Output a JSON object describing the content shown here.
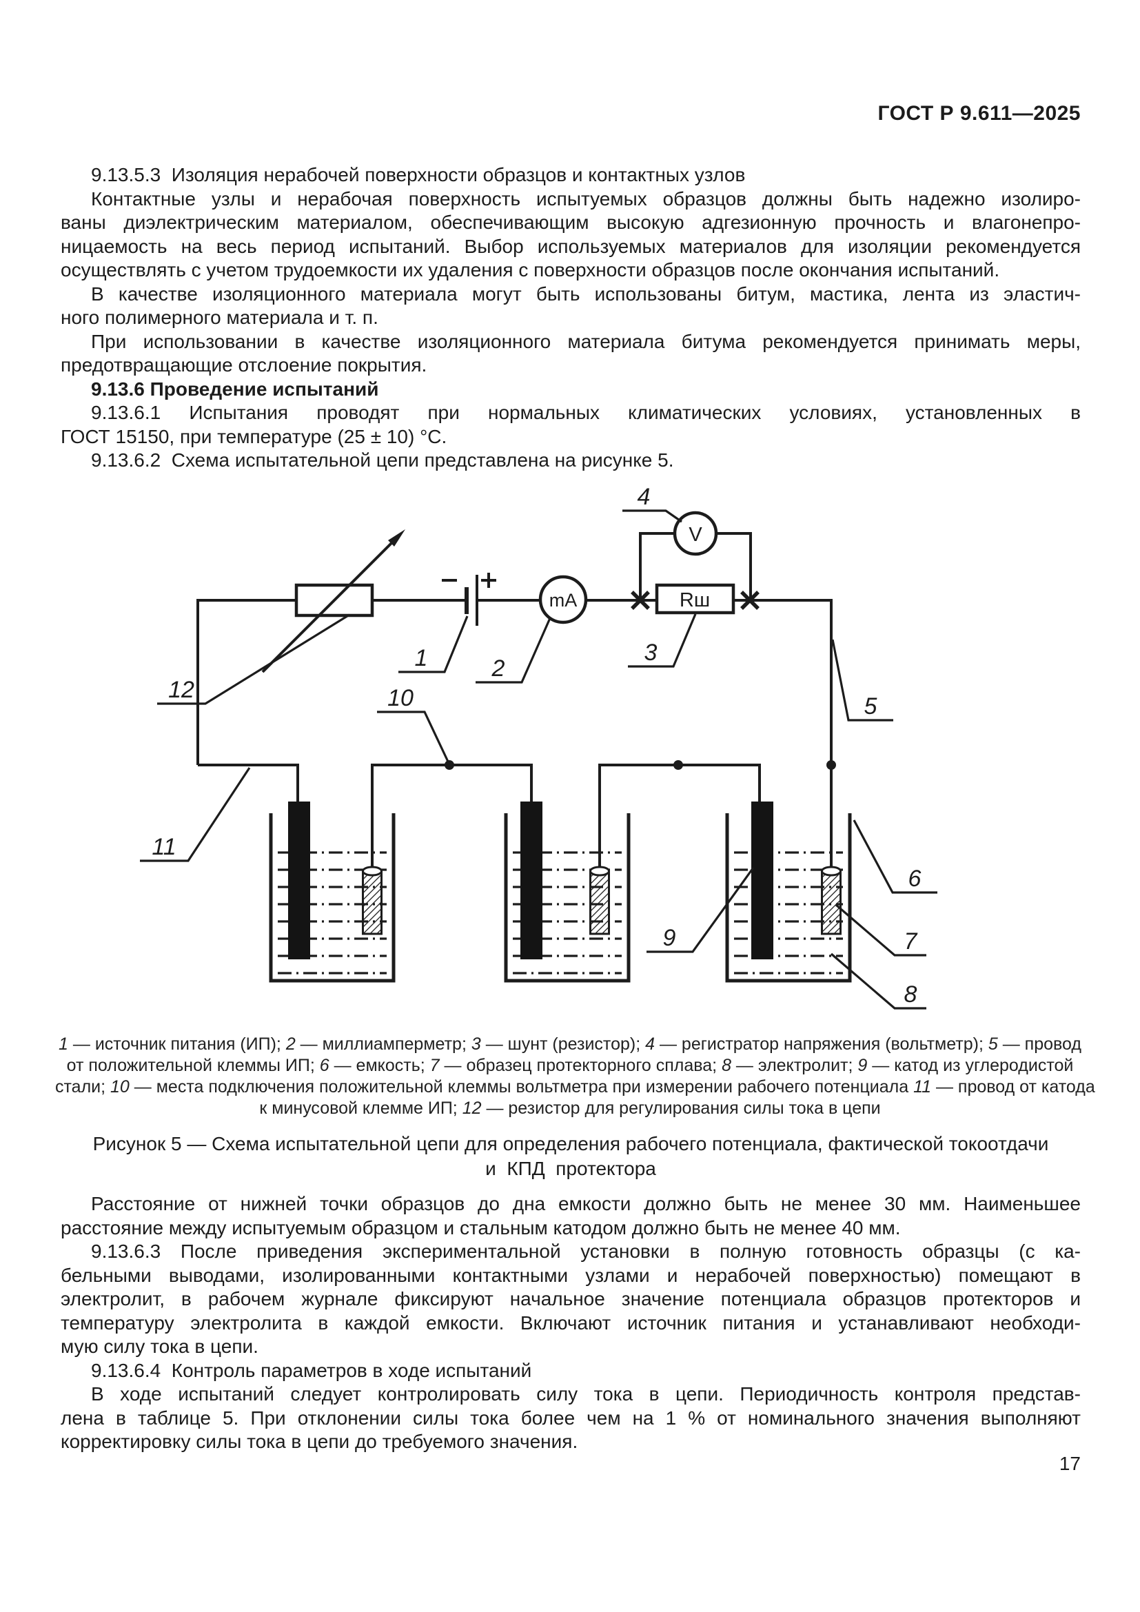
{
  "page": {
    "header": "ГОСТ Р 9.611—2025",
    "page_number": "17"
  },
  "body_top_lines": [
    {
      "t": "9.13.5.3  Изоляция нерабочей поверхности образцов и контактных узлов",
      "s": "se"
    },
    {
      "t": "Контактные узлы и нерабочая поверхность испытуемых образцов должны быть надежно изолиро-",
      "s": "s"
    },
    {
      "t": "ваны диэлектрическим материалом, обеспечивающим высокую адгезионную прочность и влагонепро-",
      "s": "m"
    },
    {
      "t": "ницаемость на весь период испытаний. Выбор используемых материалов для изоляции рекомендуется",
      "s": "m"
    },
    {
      "t": "осуществлять с учетом трудоемкости их удаления с поверхности образцов после окончания испытаний.",
      "s": "e"
    },
    {
      "t": "В качестве изоляционного материала могут быть использованы битум, мастика, лента из эластич-",
      "s": "s"
    },
    {
      "t": "ного полимерного материала и т. п.",
      "s": "e"
    },
    {
      "t": "При использовании в качестве изоляционного материала битума рекомендуется принимать меры,",
      "s": "s"
    },
    {
      "t": "предотвращающие отслоение покрытия.",
      "s": "e"
    },
    {
      "t": "9.13.6 Проведение испытаний",
      "s": "b"
    },
    {
      "t": "9.13.6.1 Испытания проводят при нормальных климатических условиях, установленных в",
      "s": "s"
    },
    {
      "t": "ГОСТ 15150, при температуре (25 ± 10) °С.",
      "s": "e"
    },
    {
      "t": "9.13.6.2  Схема испытательной цепи представлена на рисунке 5.",
      "s": "se"
    }
  ],
  "figure": {
    "symbols": {
      "minus": "−",
      "plus": "+",
      "milliammeter": "mA",
      "shunt": "Rш",
      "voltmeter": "V"
    },
    "callouts": {
      "c1": "1",
      "c2": "2",
      "c3": "3",
      "c4": "4",
      "c5": "5",
      "c6": "6",
      "c7": "7",
      "c8": "8",
      "c9": "9",
      "c10": "10",
      "c11": "11",
      "c12": "12"
    },
    "caption_lines": [
      "1 — источник питания (ИП); 2 — миллиамперметр; 3 — шунт (резистор); 4 — регистратор напряжения (вольтметр); 5 — провод",
      "от положительной клеммы ИП; 6 — емкость; 7 — образец протекторного сплава; 8 — электролит; 9 — катод из углеродистой",
      "стали; 10 — места подключения положительной клеммы вольтметра при измерении рабочего потенциала 11 — провод от катода",
      "к минусовой клемме ИП; 12 — резистор для регулирования силы тока в цепи"
    ],
    "title_lines": [
      "Рисунок 5 — Схема испытательной цепи для определения рабочего потенциала, фактической токоотдачи",
      "и  КПД  протектора"
    ]
  },
  "body_bottom_lines": [
    {
      "t": "Расстояние от нижней точки образцов до дна емкости должно быть не менее 30 мм. Наименьшее",
      "s": "s"
    },
    {
      "t": "расстояние между испытуемым образцом и стальным катодом должно быть не менее 40 мм.",
      "s": "e"
    },
    {
      "t": "9.13.6.3 После приведения экспериментальной установки в полную готовность образцы (с ка-",
      "s": "s"
    },
    {
      "t": "бельными выводами, изолированными контактными узлами и нерабочей поверхностью) помещают в",
      "s": "m"
    },
    {
      "t": "электролит, в рабочем журнале фиксируют начальное значение потенциала образцов протекторов и",
      "s": "m"
    },
    {
      "t": "температуру электролита в каждой емкости. Включают источник питания и устанавливают необходи-",
      "s": "m"
    },
    {
      "t": "мую силу тока в цепи.",
      "s": "e"
    },
    {
      "t": "9.13.6.4  Контроль параметров в ходе испытаний",
      "s": "se"
    },
    {
      "t": "В ходе испытаний следует контролировать силу тока в цепи. Периодичность контроля представ-",
      "s": "s"
    },
    {
      "t": "лена в таблице 5. При отклонении силы тока более чем на 1 % от номинального значения выполняют",
      "s": "m"
    },
    {
      "t": "корректировку силы тока в цепи до требуемого значения.",
      "s": "e"
    }
  ]
}
